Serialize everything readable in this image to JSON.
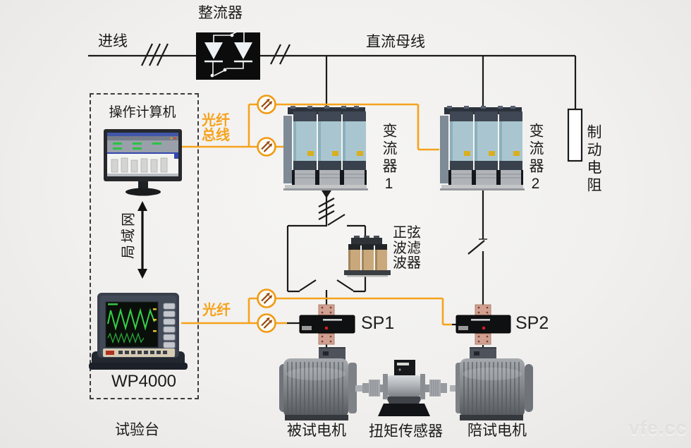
{
  "watermark": "vfe.cc",
  "colors": {
    "accent_orange": "#F6A21C",
    "wire_black": "#1A1A1A",
    "background": "#F1F0EE"
  },
  "labels": {
    "incoming_line": "进线",
    "rectifier": "整流器",
    "dc_bus": "直流母线",
    "operator_computer": "操作计算机",
    "fiber_bus_l1": "光纤",
    "fiber_bus_l2": "总线",
    "converter1": "变流器1",
    "converter2": "变流器2",
    "braking_resistor": "制动电阻",
    "lan": "局域网",
    "sine_filter_l1": "正弦",
    "sine_filter_l2": "波滤",
    "sine_filter_l3": "波器",
    "fiber": "光纤",
    "sp1": "SP1",
    "sp2": "SP2",
    "wp4000": "WP4000",
    "test_bench": "试验台",
    "motor_under_test": "被试电机",
    "torque_sensor": "扭矩传感器",
    "companion_motor": "陪试电机"
  },
  "icons": {
    "fiber_transceiver": "orange circle with two up-right arrows",
    "lan_link_arrow": "vertical double-headed arrow",
    "flow_arrow": "downward arrowhead"
  }
}
